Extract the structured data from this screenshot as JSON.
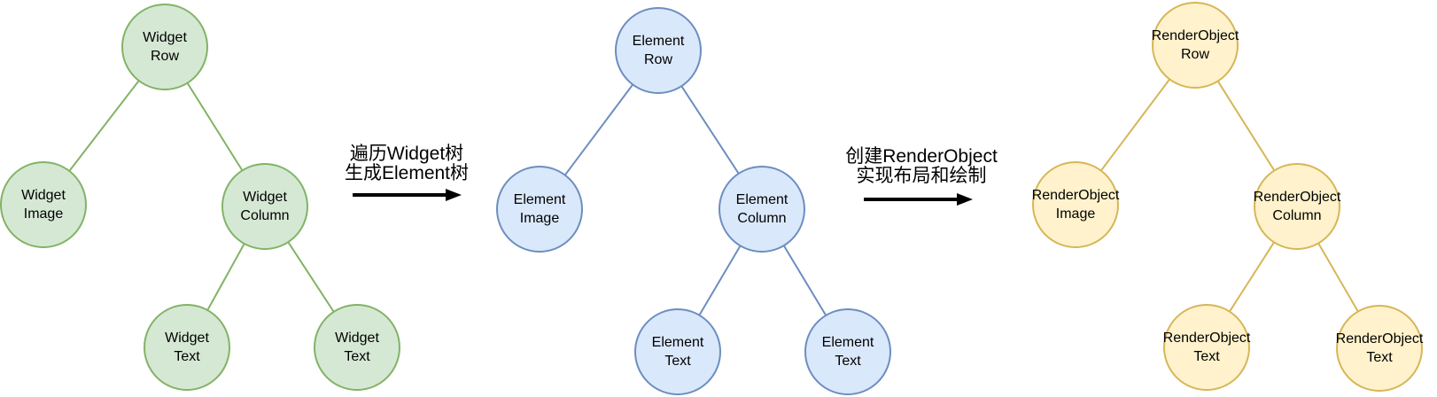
{
  "diagram": {
    "background": "#ffffff",
    "text_color": "#000000",
    "trees": [
      {
        "fill": "#d5e8d4",
        "stroke": "#82b366",
        "nodes": [
          {
            "label": "Widget\nRow"
          },
          {
            "label": "Widget\nImage"
          },
          {
            "label": "Widget\nColumn"
          },
          {
            "label": "Widget\nText"
          },
          {
            "label": "Widget\nText"
          }
        ],
        "edges": [
          [
            0,
            1
          ],
          [
            0,
            2
          ],
          [
            2,
            3
          ],
          [
            2,
            4
          ]
        ]
      },
      {
        "fill": "#dae8fc",
        "stroke": "#6c8ebf",
        "nodes": [
          {
            "label": "Element\nRow"
          },
          {
            "label": "Element\nImage"
          },
          {
            "label": "Element\nColumn"
          },
          {
            "label": "Element\nText"
          },
          {
            "label": "Element\nText"
          }
        ],
        "edges": [
          [
            0,
            1
          ],
          [
            0,
            2
          ],
          [
            2,
            3
          ],
          [
            2,
            4
          ]
        ]
      },
      {
        "fill": "#fff2cc",
        "stroke": "#d6b656",
        "nodes": [
          {
            "label": "RenderObject\nRow"
          },
          {
            "label": "RenderObject\nImage"
          },
          {
            "label": "RenderObject\nColumn"
          },
          {
            "label": "RenderObject\nText"
          },
          {
            "label": "RenderObject\nText"
          }
        ],
        "edges": [
          [
            0,
            1
          ],
          [
            0,
            2
          ],
          [
            2,
            3
          ],
          [
            2,
            4
          ]
        ]
      }
    ],
    "arrows": [
      {
        "label": "遍历Widget树\n生成Element树",
        "color": "#000000"
      },
      {
        "label": "创建RenderObject\n实现布局和绘制",
        "color": "#000000"
      }
    ]
  }
}
